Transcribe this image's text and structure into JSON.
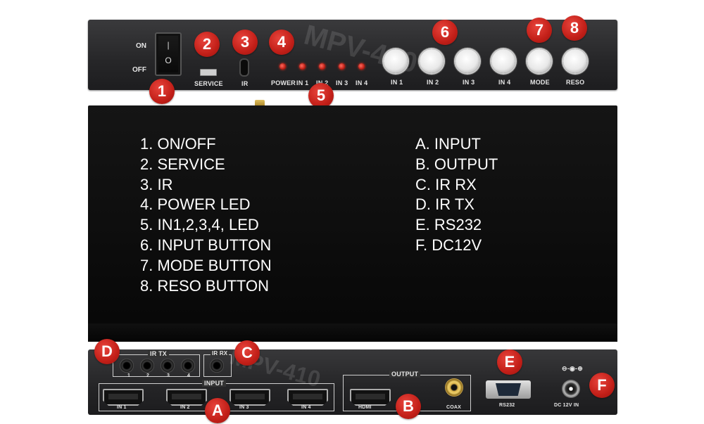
{
  "front_panel": {
    "switch_on": "ON",
    "switch_off": "OFF",
    "service": "SERVICE",
    "ir": "IR",
    "led_labels": [
      "POWER",
      "IN 1",
      "IN 2",
      "IN 3",
      "IN 4"
    ],
    "button_labels": [
      "IN 1",
      "IN 2",
      "IN 3",
      "IN 4",
      "MODE",
      "RESO"
    ],
    "watermark": "MPV-410"
  },
  "badges": {
    "b1": "1",
    "b2": "2",
    "b3": "3",
    "b4": "4",
    "b5": "5",
    "b6": "6",
    "b7": "7",
    "b8": "8",
    "bA": "A",
    "bB": "B",
    "bC": "C",
    "bD": "D",
    "bE": "E",
    "bF": "F"
  },
  "legend_left": [
    "1. ON/OFF",
    "2. SERVICE",
    "3. IR",
    "4. POWER LED",
    "5. IN1,2,3,4, LED",
    "6. INPUT BUTTON",
    "7. MODE BUTTON",
    "8. RESO BUTTON"
  ],
  "legend_right": [
    "A. INPUT",
    "B. OUTPUT",
    "C. IR RX",
    "D. IR TX",
    "E. RS232",
    "F. DC12V"
  ],
  "rear_panel": {
    "ir_tx": "IR TX",
    "ir_rx": "IR RX",
    "jack_numbers": [
      "1",
      "2",
      "3",
      "4"
    ],
    "input": "INPUT",
    "output": "OUTPUT",
    "hdmi_inputs": [
      "IN 1",
      "IN 2",
      "IN 3",
      "IN 4"
    ],
    "hdmi_out": "HDMI",
    "coax": "COAX",
    "rs232": "RS232",
    "dc": "DC 12V IN",
    "watermark": "MPV-410"
  },
  "colors": {
    "badge": "#c21f18",
    "panel": "#2a2a2c",
    "case": "#0c0c0c"
  }
}
